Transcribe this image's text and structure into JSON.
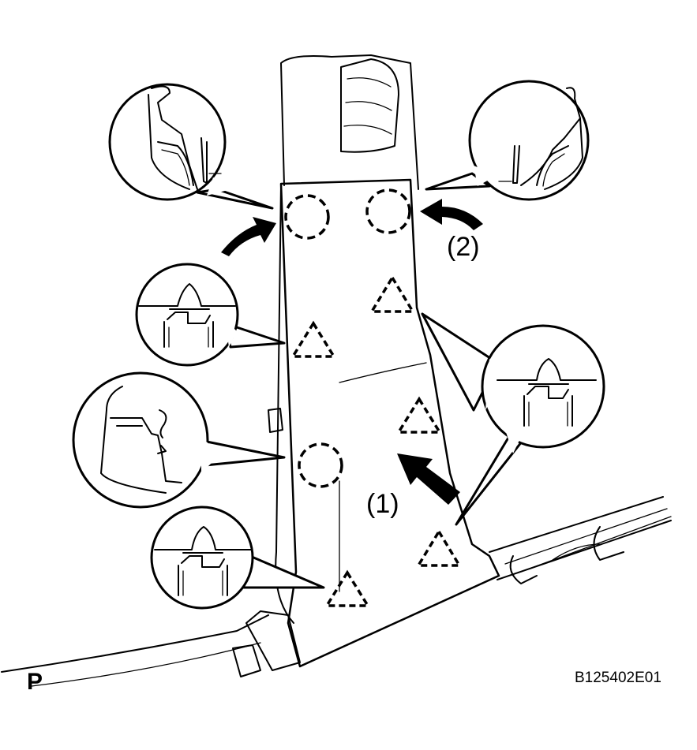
{
  "diagram": {
    "labels": {
      "step1": "(1)",
      "step2": "(2)",
      "view": "P",
      "code": "B125402E01"
    },
    "markers": {
      "clips": [
        "clip-upper-left",
        "clip-upper-right",
        "clip-middle-left"
      ],
      "claws": [
        "claw-upper-right",
        "claw-left-mid",
        "claw-right-mid",
        "claw-lower-right",
        "claw-bottom"
      ]
    },
    "colors": {
      "ink": "#000000",
      "paper": "#ffffff"
    }
  }
}
